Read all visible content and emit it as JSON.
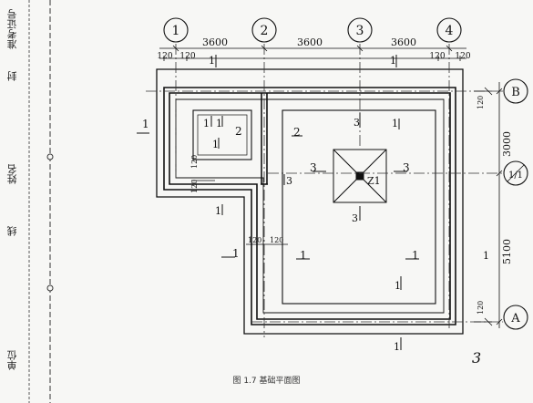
{
  "margin_labels": {
    "exam_id": "准考证号",
    "seal": "封",
    "name": "姓名",
    "line": "线",
    "unit": "单位"
  },
  "axes": {
    "col1": "1",
    "col2": "2",
    "col3": "3",
    "col4": "4",
    "rowB": "B",
    "rowA": "A",
    "rowIntermediate": "1/1"
  },
  "dimensions": {
    "span12": "3600",
    "span23": "3600",
    "span34": "3600",
    "wall_offset": "120",
    "spanB_mid": "3000",
    "spanMid_A": "5100"
  },
  "column_label": "Z1",
  "section_labels": {
    "s1": "1",
    "s2": "2",
    "s3": "3"
  },
  "margin_note": "3",
  "caption": "图 1.7 基础平面图"
}
